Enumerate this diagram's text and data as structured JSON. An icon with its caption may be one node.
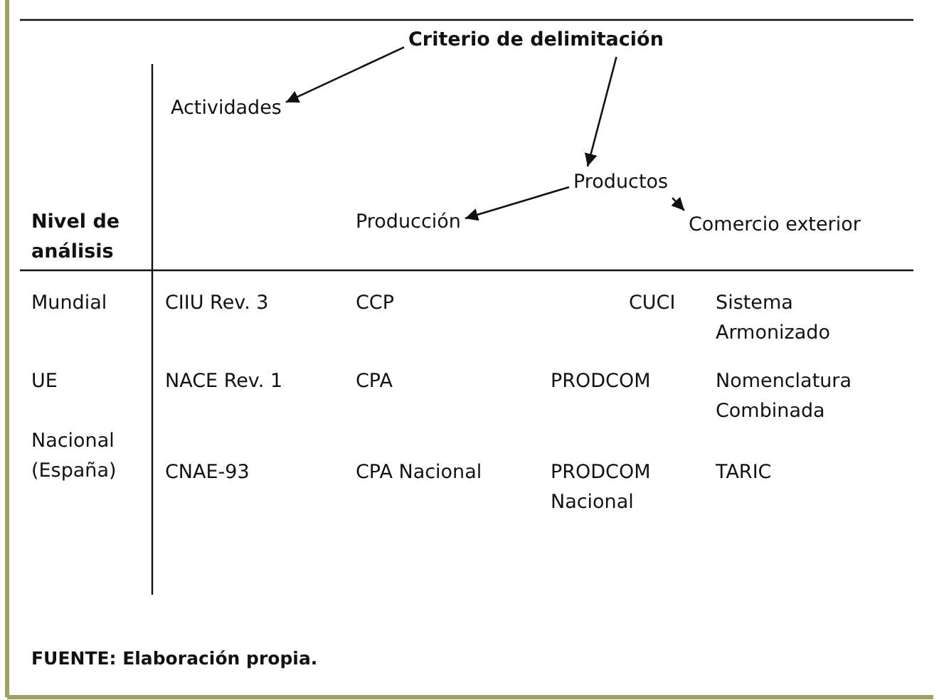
{
  "diagram": {
    "caption": "FUENTE: Elaboración propia.",
    "nodes": [
      {
        "text": [
          "Criterio de delimitación"
        ]
      },
      {
        "text": [
          "Actividades"
        ]
      },
      {
        "text": [
          "Productos"
        ]
      },
      {
        "text": [
          "Producción"
        ]
      },
      {
        "text": [
          "Comercio exterior"
        ]
      }
    ],
    "edges": [
      {
        "from": 0,
        "to": 1,
        "arrow": "to"
      },
      {
        "from": 0,
        "to": 2,
        "arrow": "to"
      },
      {
        "from": 2,
        "to": 3,
        "arrow": "to"
      },
      {
        "from": 2,
        "to": 4,
        "arrow": "to"
      }
    ],
    "labels": [
      "Nivel de análisis",
      "Mundial",
      "CIIU Rev. 3",
      "CCP",
      "CUCI",
      "Sistema Armonizado",
      "UE",
      "NACE Rev. 1",
      "CPA",
      "PRODCOM",
      "Nomenclatura Combinada",
      "Nacional (España)",
      "CNAE-93",
      "CPA Nacional",
      "PRODCOM Nacional",
      "TARIC"
    ]
  }
}
